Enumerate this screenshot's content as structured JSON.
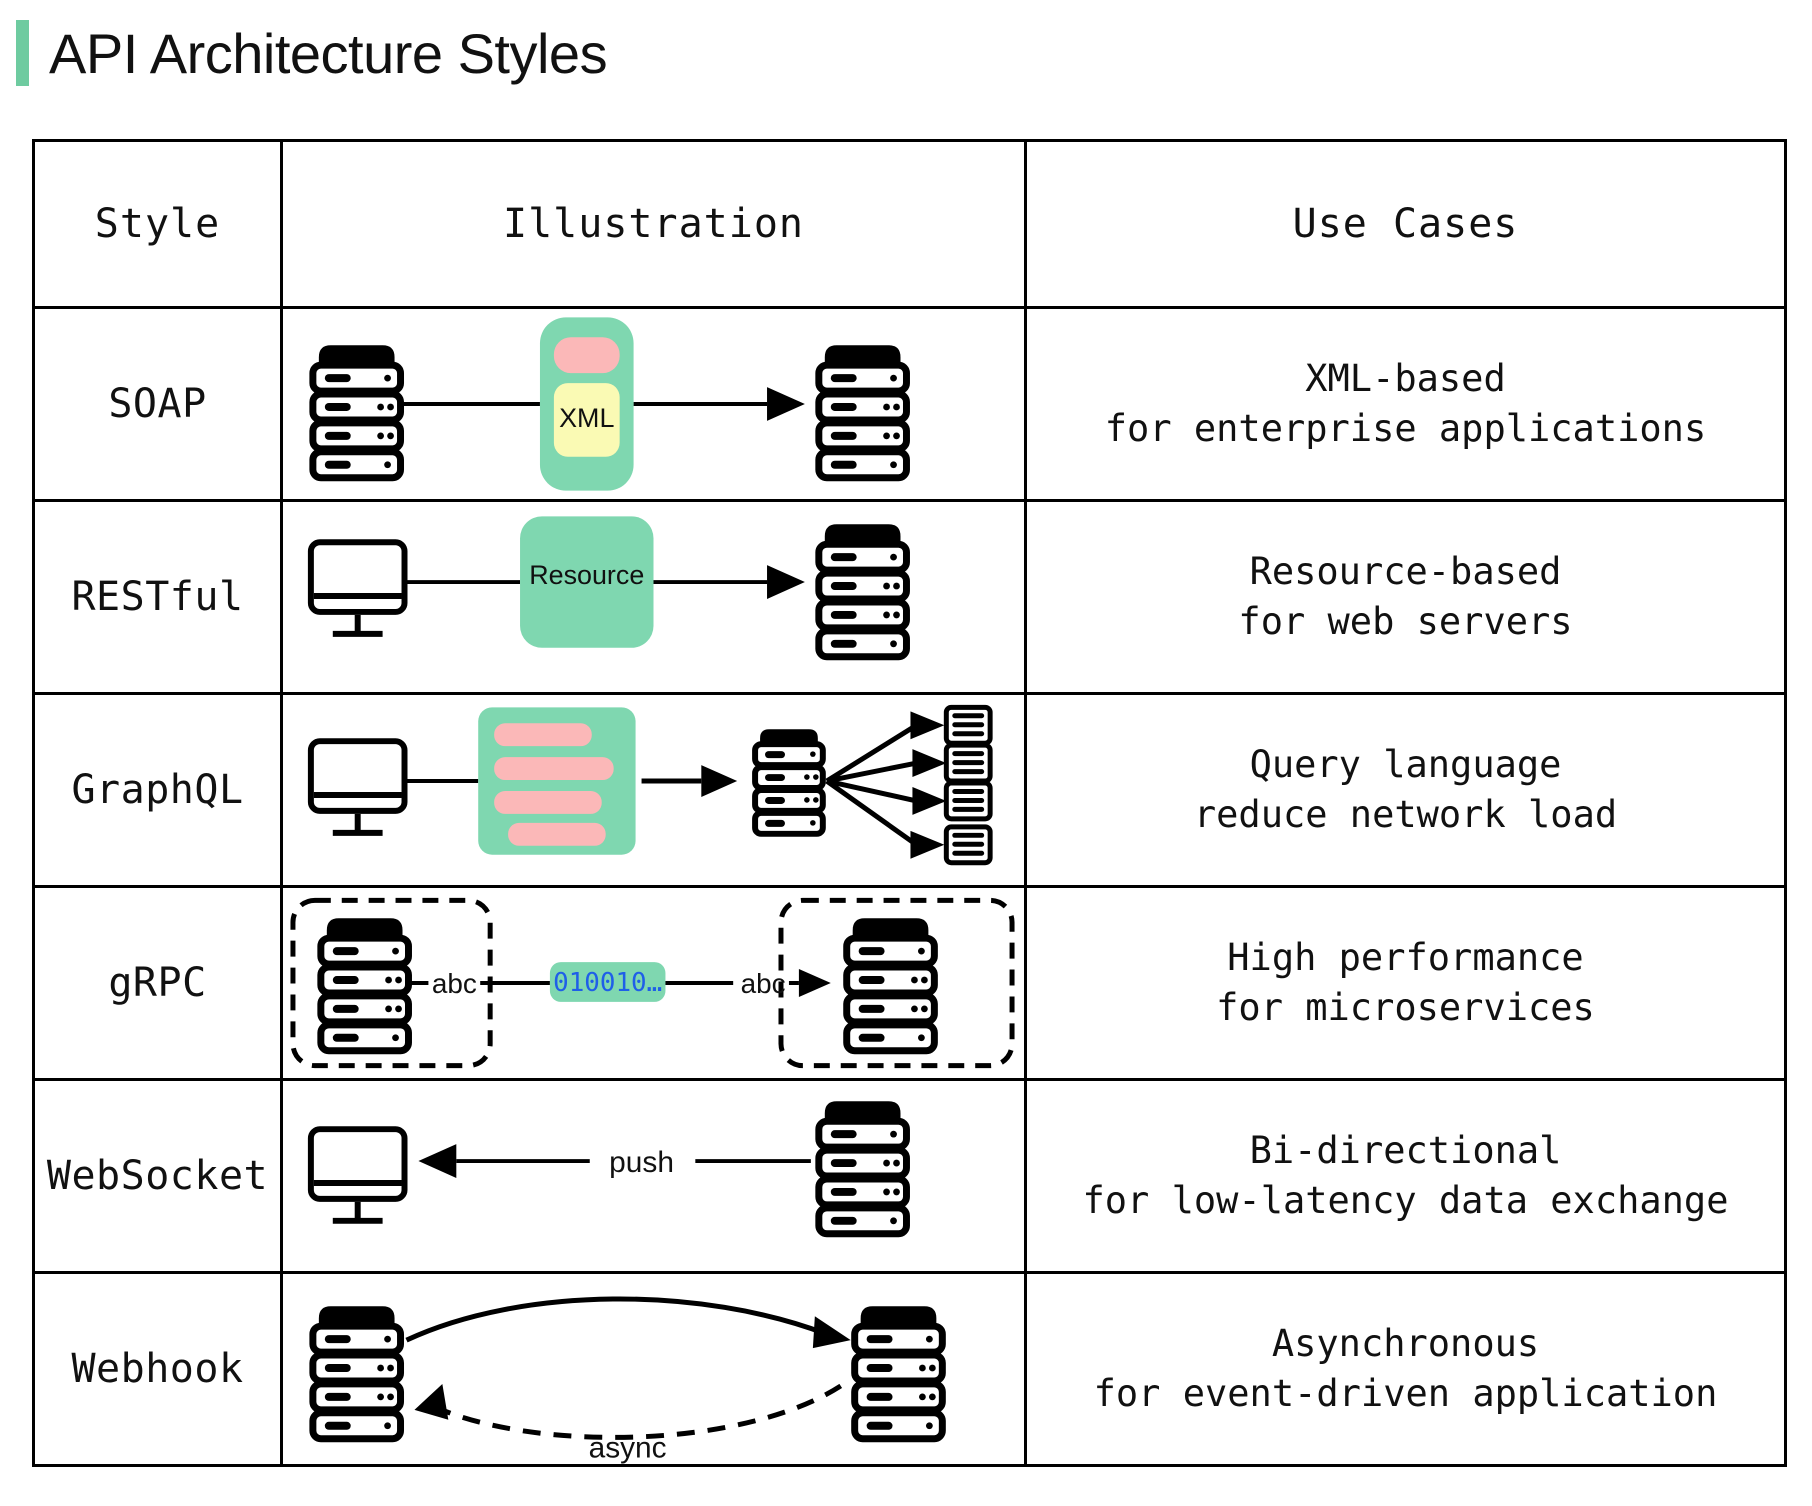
{
  "page": {
    "title": "API Architecture Styles",
    "accent_color": "#6ECBA0"
  },
  "colors": {
    "accent_green": "#6ECBA0",
    "box_green": "#7FD7B0",
    "pill_pink": "#FBB8B8",
    "xml_yellow": "#FAFAB4",
    "binary_blue": "#1F5FE8",
    "stroke_black": "#000000",
    "background": "#FFFFFF"
  },
  "table": {
    "headers": {
      "style": "Style",
      "illustration": "Illustration",
      "use_cases": "Use Cases"
    },
    "rows": [
      {
        "style": "SOAP",
        "use_case_line1": "XML-based",
        "use_case_line2": "for enterprise applications",
        "illustration": {
          "kind": "soap",
          "left_node": "server",
          "right_node": "server",
          "envelope_label": "XML",
          "envelope_header_color": "#FBB8B8",
          "envelope_body_color": "#FAFAB4",
          "envelope_frame_color": "#7FD7B0"
        }
      },
      {
        "style": "RESTful",
        "use_case_line1": "Resource-based",
        "use_case_line2": "for web servers",
        "illustration": {
          "kind": "rest",
          "left_node": "monitor",
          "right_node": "server",
          "box_label": "Resource",
          "box_color": "#7FD7B0"
        }
      },
      {
        "style": "GraphQL",
        "use_case_line1": "Query language",
        "use_case_line2": "reduce network load",
        "illustration": {
          "kind": "graphql",
          "left_node": "monitor",
          "query_box_color": "#7FD7B0",
          "query_bar_color": "#FBB8B8",
          "query_bars": 4,
          "middle_node": "server",
          "fanout_count": 4,
          "fanout_node": "database"
        }
      },
      {
        "style": "gRPC",
        "use_case_line1": "High performance",
        "use_case_line2": "for microservices",
        "illustration": {
          "kind": "grpc",
          "left_node": "server",
          "right_node": "server",
          "left_label": "abc",
          "right_label": "abc",
          "payload_label": "010010…",
          "payload_bg": "#7FD7B0",
          "payload_fg": "#1F5FE8",
          "container_border": "dashed"
        }
      },
      {
        "style": "WebSocket",
        "use_case_line1": "Bi-directional",
        "use_case_line2": "for low-latency data exchange",
        "illustration": {
          "kind": "websocket",
          "left_node": "monitor",
          "right_node": "server",
          "arrow_label": "push",
          "arrow_direction": "right-to-left"
        }
      },
      {
        "style": "Webhook",
        "use_case_line1": "Asynchronous",
        "use_case_line2": "for event-driven application",
        "illustration": {
          "kind": "webhook",
          "left_node": "server",
          "right_node": "server",
          "arc_top_style": "solid",
          "arc_bottom_style": "dashed",
          "arc_bottom_label": "async"
        }
      }
    ]
  }
}
